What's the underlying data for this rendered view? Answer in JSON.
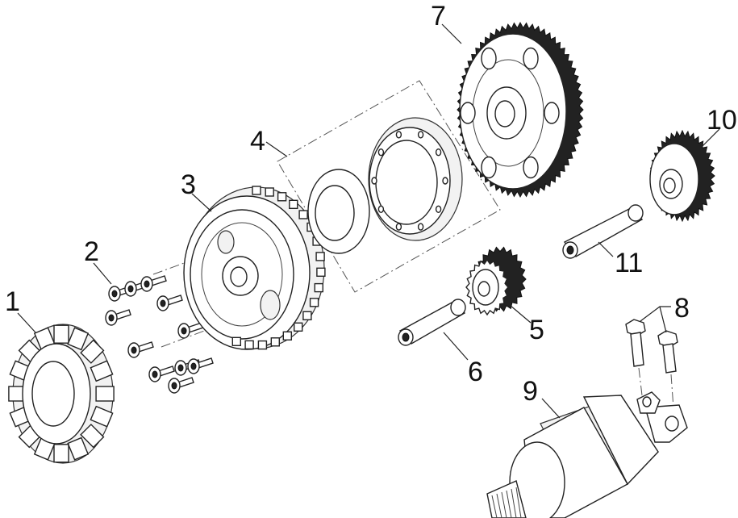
{
  "labels": {
    "p1": "1",
    "p2": "2",
    "p3": "3",
    "p4": "4",
    "p5": "5",
    "p6": "6",
    "p7": "7",
    "p8": "8",
    "p9": "9",
    "p10": "10",
    "p11": "11"
  },
  "colors": {
    "line": "#222222",
    "background": "#ffffff",
    "fill": "#f2f2f2"
  }
}
